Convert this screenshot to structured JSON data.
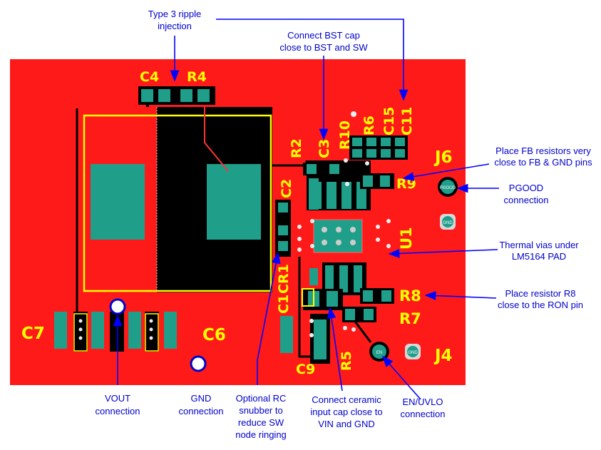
{
  "annotations": {
    "ripple": [
      "Type 3 ripple",
      "injection"
    ],
    "bst": [
      "Connect BST cap",
      "close to BST and SW"
    ],
    "fb": [
      "Place FB resistors very",
      "close to FB & GND pins"
    ],
    "pgood": [
      "PGOOD",
      "connection"
    ],
    "thermal": [
      "Thermal vias under",
      "LM5164 PAD"
    ],
    "r8": [
      "Place resistor  R8",
      "close to the RON pin"
    ],
    "vout": [
      "VOUT",
      "connection"
    ],
    "gnd": [
      "GND",
      "connection"
    ],
    "snubber": [
      "Optional RC",
      "snubber to",
      "reduce SW",
      "node ringing"
    ],
    "cin": [
      "Connect ceramic",
      "input cap close to",
      "VIN and GND"
    ],
    "enuvlo": [
      "EN/UVLO",
      "connection"
    ]
  },
  "silkscreen": {
    "c4": "C4",
    "r4": "R4",
    "r2": "R2",
    "c3": "C3",
    "r10": "R10",
    "r6": "R6",
    "c15": "C15",
    "c11": "C11",
    "j6": "J6",
    "c2": "C2",
    "r9": "R9",
    "u1": "U1",
    "cr1": "CR1",
    "c1": "C1",
    "r8": "R8",
    "r7": "R7",
    "c7": "C7",
    "c6": "C6",
    "c9": "C9",
    "r5": "R5",
    "j4": "J4"
  },
  "pads": {
    "pgood": "PGOOD",
    "gnd": "GND",
    "en": "EN"
  },
  "colors": {
    "board": "#ff1a1a",
    "copper_pad": "#1f9e8a",
    "silkscreen": "#ffff00",
    "annotation": "#0000cc",
    "inductor_body": "#000000"
  }
}
